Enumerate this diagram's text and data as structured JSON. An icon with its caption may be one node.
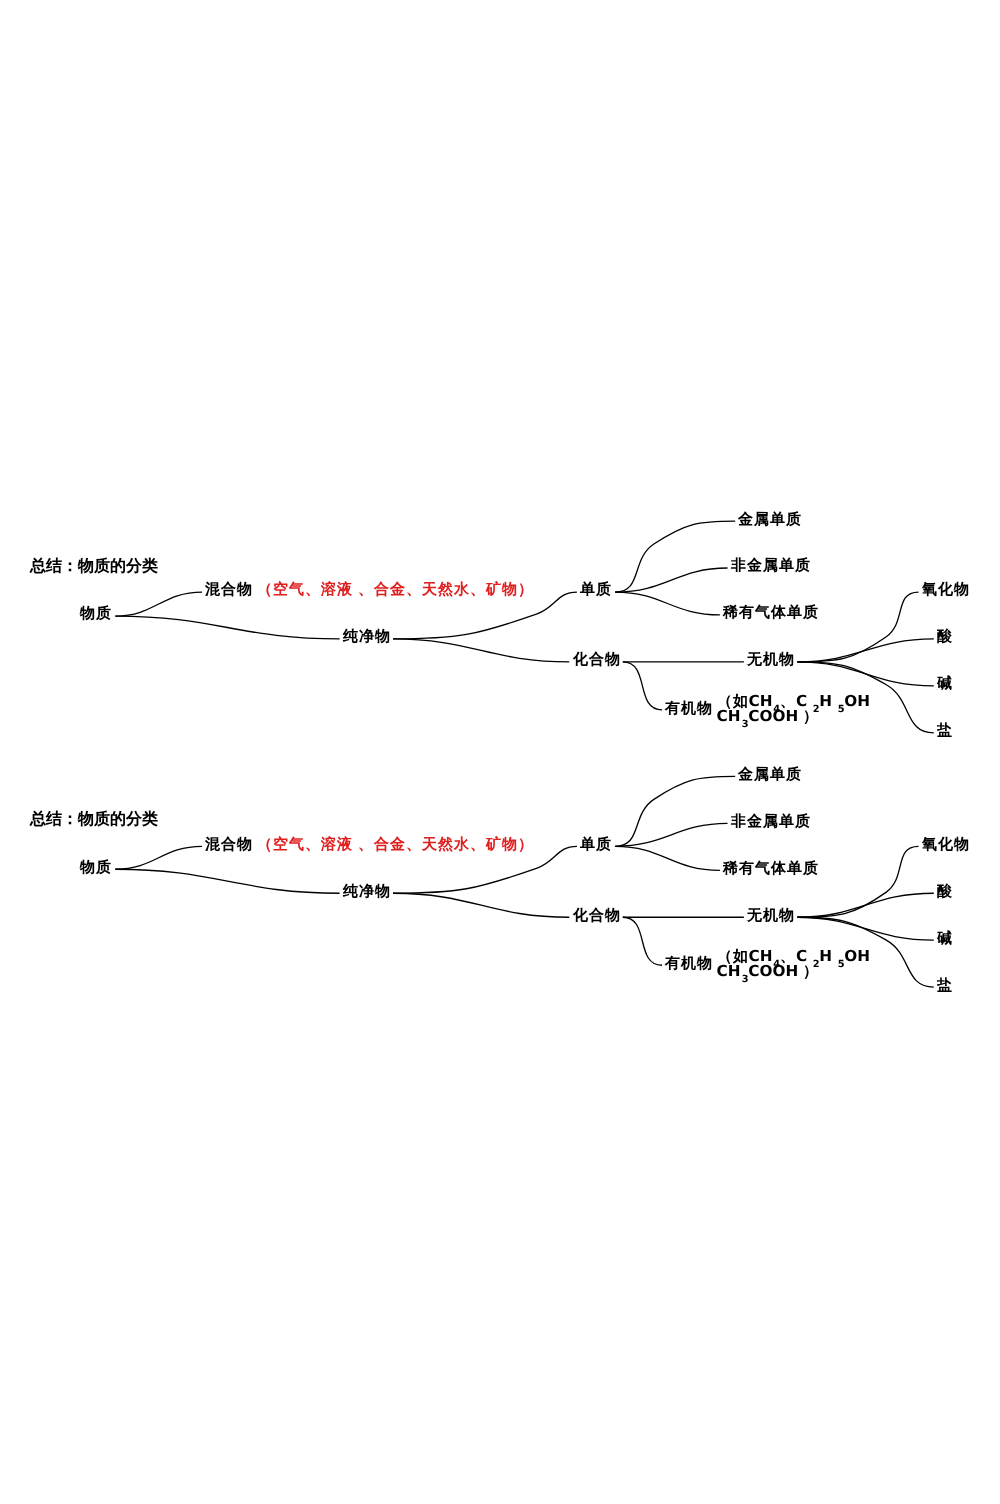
{
  "diagram": {
    "nodes": [
      {
        "text": [
          "物质"
        ]
      },
      {
        "text": [
          "混合物"
        ],
        "beside": [
          "（空气、溶液 、合金、天然水、矿物）"
        ]
      },
      {
        "text": [
          "纯净物"
        ]
      },
      {
        "text": [
          "单质"
        ]
      },
      {
        "text": [
          "化合物"
        ]
      },
      {
        "text": [
          "金属单质"
        ]
      },
      {
        "text": [
          "非金属单质"
        ]
      },
      {
        "text": [
          "稀有气体单质"
        ]
      },
      {
        "text": [
          "无机物"
        ]
      },
      {
        "text": [
          "有机物"
        ],
        "beside": [
          "（如CH$_{4}$、C$_{2}$H$_{5}$OH CH$_{3}$COOH ）"
        ]
      },
      {
        "text": [
          "氧化物"
        ]
      },
      {
        "text": [
          "酸"
        ]
      },
      {
        "text": [
          "碱"
        ]
      },
      {
        "text": [
          "盐"
        ]
      },
      {
        "text": [
          "物质"
        ]
      },
      {
        "text": [
          "混合物"
        ],
        "beside": [
          "（空气、溶液 、合金、天然水、矿物）"
        ]
      },
      {
        "text": [
          "纯净物"
        ]
      },
      {
        "text": [
          "单质"
        ]
      },
      {
        "text": [
          "化合物"
        ]
      },
      {
        "text": [
          "金属单质"
        ]
      },
      {
        "text": [
          "非金属单质"
        ]
      },
      {
        "text": [
          "稀有气体单质"
        ]
      },
      {
        "text": [
          "无机物"
        ]
      },
      {
        "text": [
          "有机物"
        ],
        "beside": [
          "（如CH$_{4}$、C$_{2}$H$_{5}$OH CH$_{3}$COOH ）"
        ]
      },
      {
        "text": [
          "氧化物"
        ]
      },
      {
        "text": [
          "酸"
        ]
      },
      {
        "text": [
          "碱"
        ]
      },
      {
        "text": [
          "盐"
        ]
      }
    ],
    "edges": [
      {
        "from": 0,
        "to": 1,
        "arrow": "none"
      },
      {
        "from": 0,
        "to": 2,
        "arrow": "none"
      },
      {
        "from": 2,
        "to": 3,
        "arrow": "none"
      },
      {
        "from": 2,
        "to": 4,
        "arrow": "none"
      },
      {
        "from": 3,
        "to": 5,
        "arrow": "none"
      },
      {
        "from": 3,
        "to": 6,
        "arrow": "none"
      },
      {
        "from": 3,
        "to": 7,
        "arrow": "none"
      },
      {
        "from": 4,
        "to": 8,
        "arrow": "none"
      },
      {
        "from": 4,
        "to": 9,
        "arrow": "none"
      },
      {
        "from": 8,
        "to": 10,
        "arrow": "none"
      },
      {
        "from": 8,
        "to": 11,
        "arrow": "none"
      },
      {
        "from": 8,
        "to": 12,
        "arrow": "none"
      },
      {
        "from": 8,
        "to": 13,
        "arrow": "none"
      },
      {
        "from": 14,
        "to": 15,
        "arrow": "none"
      },
      {
        "from": 14,
        "to": 16,
        "arrow": "none"
      },
      {
        "from": 16,
        "to": 17,
        "arrow": "none"
      },
      {
        "from": 16,
        "to": 18,
        "arrow": "none"
      },
      {
        "from": 17,
        "to": 19,
        "arrow": "none"
      },
      {
        "from": 17,
        "to": 20,
        "arrow": "none"
      },
      {
        "from": 17,
        "to": 21,
        "arrow": "none"
      },
      {
        "from": 18,
        "to": 22,
        "arrow": "none"
      },
      {
        "from": 18,
        "to": 23,
        "arrow": "none"
      },
      {
        "from": 22,
        "to": 24,
        "arrow": "none"
      },
      {
        "from": 22,
        "to": 25,
        "arrow": "none"
      },
      {
        "from": 22,
        "to": 26,
        "arrow": "none"
      },
      {
        "from": 22,
        "to": 27,
        "arrow": "none"
      }
    ],
    "labels": [
      "总结：物质的分类",
      "总结：物质的分类"
    ]
  }
}
